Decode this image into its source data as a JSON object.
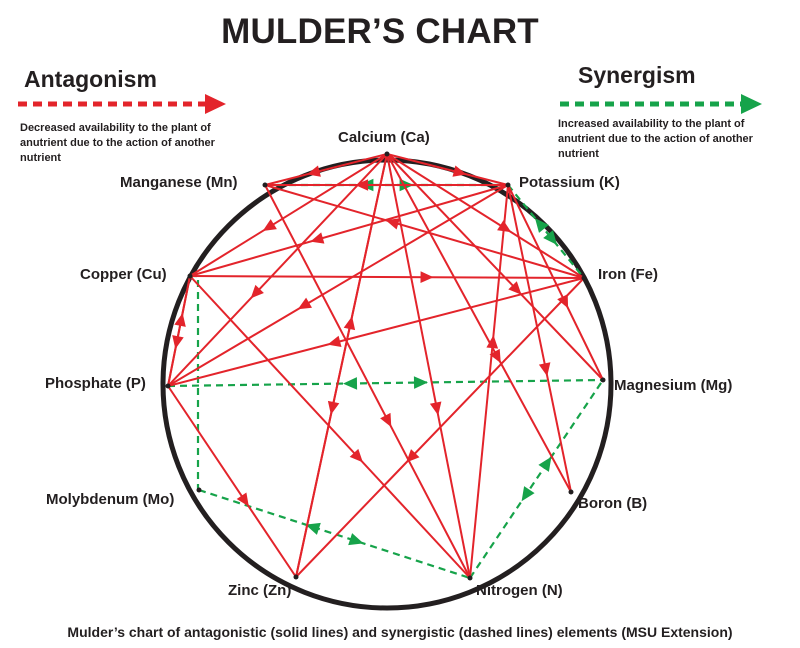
{
  "title": "MULDER’S CHART",
  "legend": {
    "antagonism": {
      "title": "Antagonism",
      "description": "Decreased availability to the plant of anutrient due to the action of another nutrient",
      "color": "#e3242b"
    },
    "synergism": {
      "title": "Synergism",
      "description": "Increased availability to the plant of anutrient due to the action of another nutrient",
      "color": "#16a34a"
    }
  },
  "nodes": [
    {
      "id": "Ca",
      "label": "Calcium (Ca)"
    },
    {
      "id": "K",
      "label": "Potassium (K)"
    },
    {
      "id": "Fe",
      "label": "Iron (Fe)"
    },
    {
      "id": "Mg",
      "label": "Magnesium (Mg)"
    },
    {
      "id": "B",
      "label": "Boron (B)"
    },
    {
      "id": "N",
      "label": "Nitrogen (N)"
    },
    {
      "id": "Zn",
      "label": "Zinc (Zn)"
    },
    {
      "id": "Mo",
      "label": "Molybdenum (Mo)"
    },
    {
      "id": "P",
      "label": "Phosphate (P)"
    },
    {
      "id": "Cu",
      "label": "Copper (Cu)"
    },
    {
      "id": "Mn",
      "label": "Manganese (Mn)"
    }
  ],
  "antagonism_links": [
    {
      "from": "Ca",
      "to": "Mn"
    },
    {
      "from": "Ca",
      "to": "Cu"
    },
    {
      "from": "Ca",
      "to": "P"
    },
    {
      "from": "Ca",
      "to": "Zn"
    },
    {
      "from": "Ca",
      "to": "N"
    },
    {
      "from": "Ca",
      "to": "B"
    },
    {
      "from": "Ca",
      "to": "Mg"
    },
    {
      "from": "Ca",
      "to": "Fe"
    },
    {
      "from": "Ca",
      "to": "K"
    },
    {
      "from": "K",
      "to": "Mn"
    },
    {
      "from": "K",
      "to": "Cu"
    },
    {
      "from": "K",
      "to": "P"
    },
    {
      "from": "K",
      "to": "Mg"
    },
    {
      "from": "K",
      "to": "B"
    },
    {
      "from": "Fe",
      "to": "Mn"
    },
    {
      "from": "Cu",
      "to": "Fe"
    },
    {
      "from": "Fe",
      "to": "P"
    },
    {
      "from": "Fe",
      "to": "Zn"
    },
    {
      "from": "Cu",
      "to": "P"
    },
    {
      "from": "P",
      "to": "Cu"
    },
    {
      "from": "P",
      "to": "Zn"
    },
    {
      "from": "Cu",
      "to": "N"
    },
    {
      "from": "Mn",
      "to": "N"
    },
    {
      "from": "Zn",
      "to": "Ca"
    },
    {
      "from": "N",
      "to": "K"
    }
  ],
  "synergism_links": [
    {
      "a": "Mn",
      "b": "K"
    },
    {
      "a": "P",
      "b": "Mg"
    },
    {
      "a": "K",
      "b": "Fe"
    },
    {
      "a": "Mo",
      "b": "N"
    },
    {
      "a": "N",
      "b": "Mg"
    },
    {
      "a": "Cu",
      "b": "Mo"
    }
  ],
  "caption": "Mulder’s chart of antagonistic (solid lines) and synergistic (dashed lines) elements (MSU Extension)"
}
